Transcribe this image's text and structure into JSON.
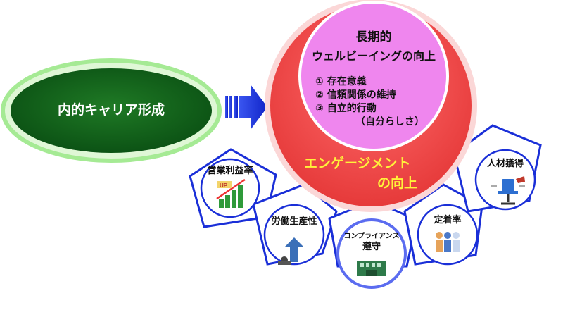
{
  "career": {
    "label": "内的キャリア形成"
  },
  "wellbeing": {
    "title_line1": "長期的",
    "title_line2": "ウェルビーイングの向上",
    "items": [
      "① 存在意義",
      "② 信頼関係の維持",
      "③ 自立的行動",
      "（自分らしさ）"
    ]
  },
  "engagement": {
    "line1": "エンゲージメント",
    "line2": "の向上"
  },
  "outcomes": {
    "profit": "営業利益率",
    "productivity": "労働生産性",
    "compliance_line1": "コンプライアンス",
    "compliance_line2": "遵守",
    "retention": "定着率",
    "talent": "人材獲得",
    "up_tag": "UP"
  },
  "colors": {
    "green_dark": "#0c5a16",
    "green_glow": "#9be68a",
    "blue": "#1a2fd8",
    "red_ring": "#f04545",
    "pink_core": "#ef86ee",
    "yellow_text": "#fff23a"
  }
}
